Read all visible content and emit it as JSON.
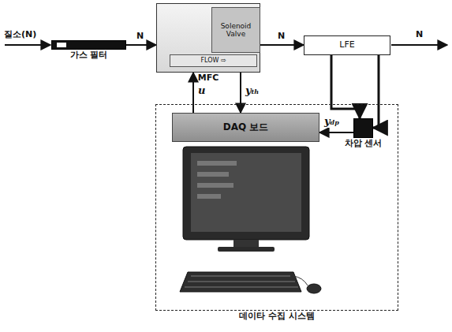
{
  "diagram": {
    "nodes": [
      {
        "text": [
          "가스 필터"
        ]
      },
      {
        "text": [
          "MFC"
        ]
      },
      {
        "text": [
          "Solenoid Valve"
        ],
        "in": 1
      },
      {
        "text": [
          "FLOW ⇨"
        ],
        "in": 1
      },
      {
        "text": [
          "LFE"
        ]
      },
      {
        "text": [
          "데이타 수집 시스템"
        ]
      },
      {
        "text": [
          "DAQ 보드"
        ],
        "in": 5
      },
      {
        "text": [
          "차압 센서"
        ],
        "in": 5
      }
    ],
    "edges": [
      {
        "from": 0,
        "to": 1,
        "arrow": "to",
        "label": "N"
      },
      {
        "from": 1,
        "to": 4,
        "arrow": "to",
        "label": "N"
      },
      {
        "from": 4,
        "to": 7,
        "arrow": "to"
      },
      {
        "from": 4,
        "to": 7,
        "arrow": "to"
      },
      {
        "from": 7,
        "to": 6,
        "arrow": "to",
        "label": "ydp"
      },
      {
        "from": 6,
        "to": 1,
        "arrow": "to",
        "label": "u"
      },
      {
        "from": 1,
        "to": 6,
        "arrow": "to",
        "label": "yth"
      }
    ],
    "labels": [
      "질소(N)",
      "N"
    ]
  }
}
